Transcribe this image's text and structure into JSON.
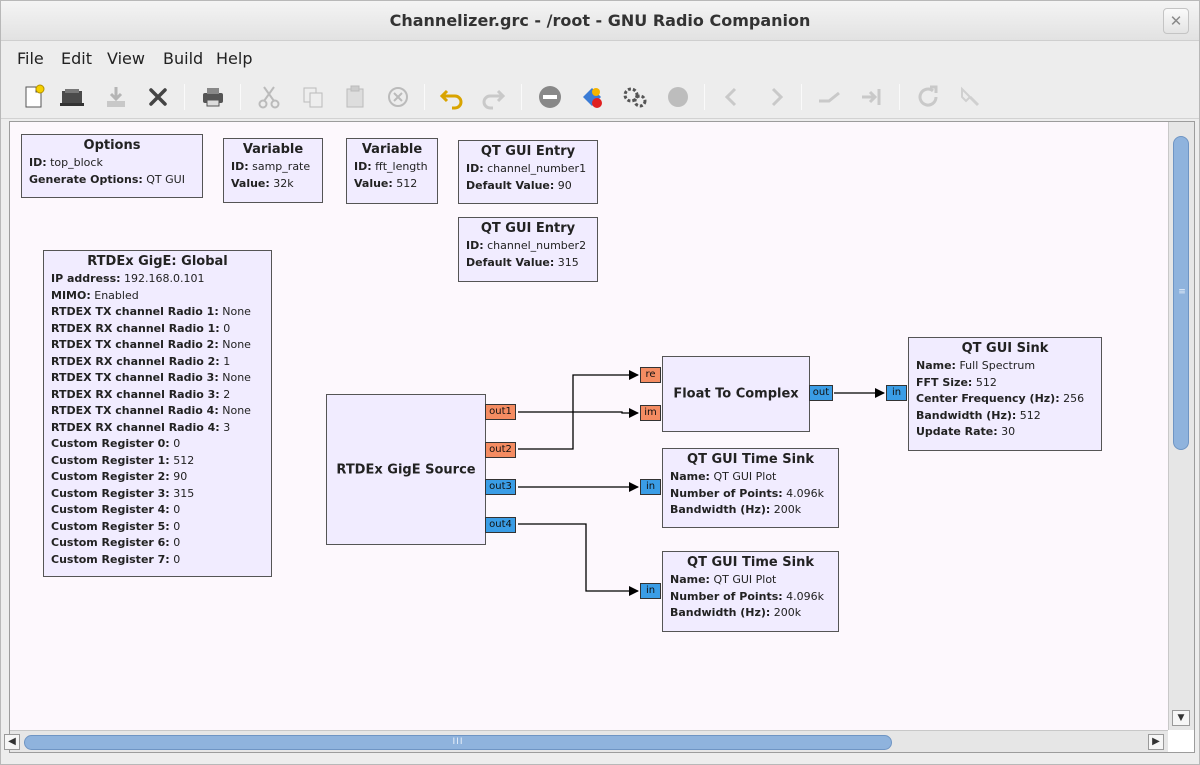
{
  "window": {
    "title": "Channelizer.grc - /root - GNU Radio Companion",
    "close_glyph": "✕"
  },
  "menu": [
    "File",
    "Edit",
    "View",
    "Build",
    "Help"
  ],
  "toolbar": {
    "buttons": [
      "new-icon",
      "open-icon",
      "save-icon",
      "close-icon",
      "print-icon",
      "cut-icon",
      "copy-icon",
      "paste-icon",
      "delete-icon",
      "undo-icon",
      "redo-icon",
      "disable-icon",
      "generate-icon",
      "execute-icon",
      "kill-icon",
      "rotate-left-icon",
      "rotate-right-icon",
      "enable-icon",
      "bypass-icon",
      "reload-icon",
      "find-icon"
    ]
  },
  "colors": {
    "float_port": "#f48c62",
    "complex_port": "#3a9de6",
    "block_bg": "#f1ecff",
    "canvas_bg": "#fdf8fd"
  },
  "blocks": {
    "options": {
      "title": "Options",
      "params": [
        {
          "k": "ID:",
          "v": " top_block"
        },
        {
          "k": "Generate Options:",
          "v": " QT GUI"
        }
      ]
    },
    "var_samp": {
      "title": "Variable",
      "params": [
        {
          "k": "ID:",
          "v": " samp_rate"
        },
        {
          "k": "Value:",
          "v": " 32k"
        }
      ]
    },
    "var_fft": {
      "title": "Variable",
      "params": [
        {
          "k": "ID:",
          "v": " fft_length"
        },
        {
          "k": "Value:",
          "v": " 512"
        }
      ]
    },
    "entry1": {
      "title": "QT GUI Entry",
      "params": [
        {
          "k": "ID:",
          "v": " channel_number1"
        },
        {
          "k": "Default Value:",
          "v": " 90"
        }
      ]
    },
    "entry2": {
      "title": "QT GUI Entry",
      "params": [
        {
          "k": "ID:",
          "v": " channel_number2"
        },
        {
          "k": "Default Value:",
          "v": " 315"
        }
      ]
    },
    "rtdex_global": {
      "title": "RTDEx GigE: Global",
      "params": [
        {
          "k": "IP address:",
          "v": " 192.168.0.101"
        },
        {
          "k": "MIMO:",
          "v": " Enabled"
        },
        {
          "k": "RTDEX TX channel Radio 1:",
          "v": " None"
        },
        {
          "k": "RTDEX RX channel Radio 1:",
          "v": " 0"
        },
        {
          "k": "RTDEX TX channel Radio 2:",
          "v": " None"
        },
        {
          "k": "RTDEX RX channel Radio 2:",
          "v": " 1"
        },
        {
          "k": "RTDEX TX channel Radio 3:",
          "v": " None"
        },
        {
          "k": "RTDEX RX channel Radio 3:",
          "v": " 2"
        },
        {
          "k": "RTDEX TX channel Radio 4:",
          "v": " None"
        },
        {
          "k": "RTDEX RX channel Radio 4:",
          "v": " 3"
        },
        {
          "k": "Custom Register 0:",
          "v": " 0"
        },
        {
          "k": "Custom Register 1:",
          "v": " 512"
        },
        {
          "k": "Custom Register 2:",
          "v": " 90"
        },
        {
          "k": "Custom Register 3:",
          "v": " 315"
        },
        {
          "k": "Custom Register 4:",
          "v": " 0"
        },
        {
          "k": "Custom Register 5:",
          "v": " 0"
        },
        {
          "k": "Custom Register 6:",
          "v": " 0"
        },
        {
          "k": "Custom Register 7:",
          "v": " 0"
        }
      ]
    },
    "rtdex_source": {
      "title": "RTDEx GigE Source",
      "ports": [
        "out1",
        "out2",
        "out3",
        "out4"
      ]
    },
    "float_to_complex": {
      "title": "Float To Complex",
      "in_ports": [
        "re",
        "im"
      ],
      "out_port": "out"
    },
    "gui_sink": {
      "title": "QT GUI Sink",
      "in_port": "in",
      "params": [
        {
          "k": "Name:",
          "v": " Full Spectrum"
        },
        {
          "k": "FFT Size:",
          "v": " 512"
        },
        {
          "k": "Center Frequency (Hz):",
          "v": " 256"
        },
        {
          "k": "Bandwidth (Hz):",
          "v": " 512"
        },
        {
          "k": "Update Rate:",
          "v": " 30"
        }
      ]
    },
    "time_sink1": {
      "title": "QT GUI Time Sink",
      "in_port": "in",
      "params": [
        {
          "k": "Name:",
          "v": " QT GUI Plot"
        },
        {
          "k": "Number of Points:",
          "v": " 4.096k"
        },
        {
          "k": "Bandwidth (Hz):",
          "v": " 200k"
        }
      ]
    },
    "time_sink2": {
      "title": "QT GUI Time Sink",
      "in_port": "in",
      "params": [
        {
          "k": "Name:",
          "v": " QT GUI Plot"
        },
        {
          "k": "Number of Points:",
          "v": " 4.096k"
        },
        {
          "k": "Bandwidth (Hz):",
          "v": " 200k"
        }
      ]
    }
  },
  "scrollbars": {
    "h_grip": "III",
    "v_grip": "≡"
  }
}
